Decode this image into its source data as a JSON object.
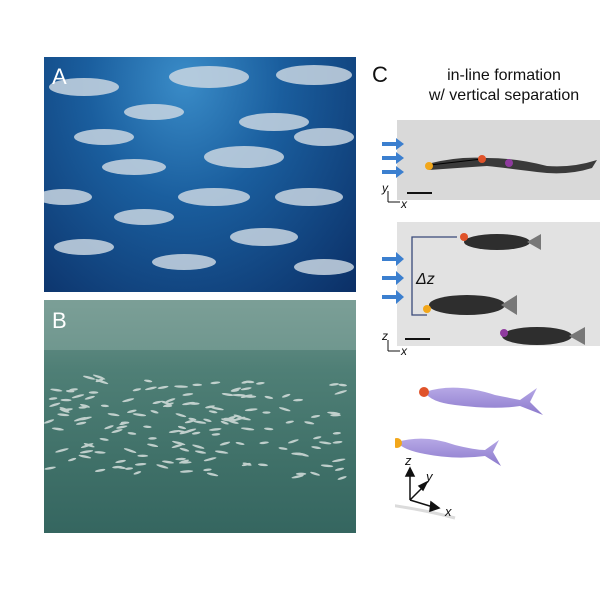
{
  "panels": {
    "a": {
      "label": "A"
    },
    "b": {
      "label": "B"
    },
    "c": {
      "label": "C",
      "title_line1": "in-line formation",
      "title_line2": "w/ vertical separation",
      "top_axes": {
        "vertical": "y",
        "horizontal": "x"
      },
      "bottom_axes": {
        "vertical": "z",
        "horizontal": "x"
      },
      "separation_label": "Δz",
      "model_axes": {
        "z": "z",
        "y": "y",
        "x": "x"
      }
    }
  },
  "colors": {
    "flow_arrow": "#3b7fcf",
    "lead_dot": "#f2a71b",
    "middle_dot": "#e0532a",
    "rear_dot": "#8e3a9e",
    "model_fish": "#9b8ad6"
  }
}
